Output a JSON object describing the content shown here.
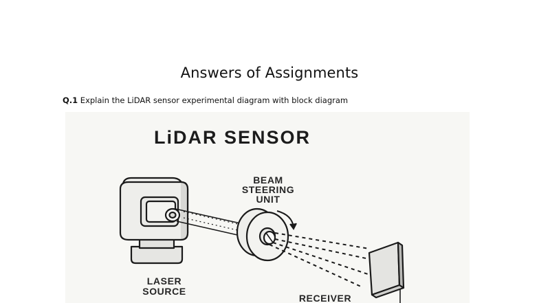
{
  "document": {
    "title": "Answers of Assignments",
    "question": {
      "number": "Q.1",
      "text": " Explain the LiDAR sensor experimental diagram with block diagram"
    }
  },
  "figure": {
    "title": "LiDAR SENSOR",
    "labels": {
      "beam_line1": "BEAM",
      "beam_line2": "STEERING",
      "beam_line3": "UNIT",
      "laser_line1": "LASER",
      "laser_line2": "SOURCE",
      "receiver": "RECEIVER"
    }
  }
}
